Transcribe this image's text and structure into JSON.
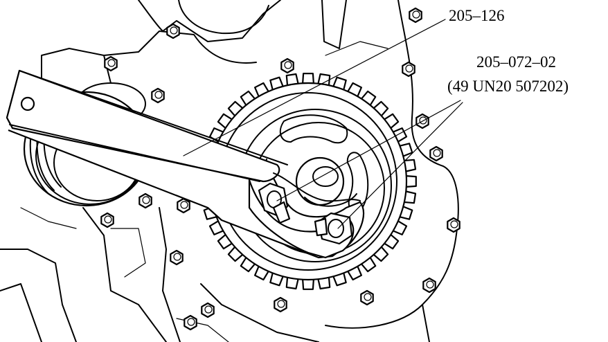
{
  "callouts": {
    "wrench": {
      "part_number": "205–126"
    },
    "fastener": {
      "part_number": "205–072–02",
      "alt_number": "(49 UN20 507202)"
    }
  },
  "colors": {
    "ink": "#000000",
    "paper": "#ffffff"
  }
}
